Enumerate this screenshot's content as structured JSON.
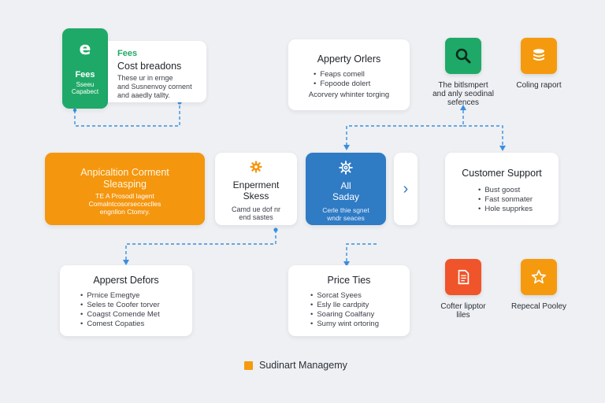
{
  "cards": {
    "fees_badge": {
      "title": "Fees",
      "line1": "Sseeu",
      "line2": "Capabect"
    },
    "cost_breakdown": {
      "tag": "Fees",
      "title": "Cost breadons",
      "lines": [
        "These ur in ernge",
        "and Susnenvoy cornent",
        "and aaedly tallty."
      ]
    },
    "apperty_orders": {
      "title": "Apperty Orlers",
      "items": [
        "Feaps comell",
        "Fopoode dolert"
      ],
      "footer": "Acorvery whinter torging"
    },
    "application_content": {
      "title_line1": "Anpicaltion Corment",
      "title_line2": "Sleasping",
      "lines": [
        "TE A Prosodl lagent",
        "Comalntcosorsecceclles",
        "engnllon Ctomry."
      ]
    },
    "enperment_skess": {
      "title_line1": "Enperment",
      "title_line2": "Skess",
      "lines": [
        "Camd ue dof nr",
        "end sastes"
      ]
    },
    "all_saday": {
      "title_line1": "All",
      "title_line2": "Saday",
      "lines": [
        "Cerle thie sgnet",
        "wndr seaces"
      ]
    },
    "customer_support": {
      "title": "Customer Support",
      "items": [
        "Bust goost",
        "Fast sonmater",
        "Hole supprkes"
      ]
    },
    "apperst_defors": {
      "title": "Apperst Defors",
      "items": [
        "Prnice Emegtye",
        "Seles te Coofer torver",
        "Coagst Comende Met",
        "Comest Copaties"
      ]
    },
    "price_ties": {
      "title": "Price Ties",
      "items": [
        "Sorcat Syees",
        "Esly lle cardpity",
        "Soaring Coalfany",
        "Sumy wint ortoring"
      ]
    }
  },
  "tiles": {
    "search": {
      "label_lines": [
        "The bitlsmpert",
        "and anly seodinal",
        "sefences"
      ],
      "color": "#1fa968",
      "icon": "search-icon"
    },
    "coin": {
      "label_lines": [
        "Coling raport"
      ],
      "color": "#f59a0f",
      "icon": "coin-stack-icon"
    },
    "document": {
      "label_lines": [
        "Cofter lipptor",
        "liles"
      ],
      "color": "#f0542a",
      "icon": "document-icon"
    },
    "star": {
      "label_lines": [
        "Repecal Pooley"
      ],
      "color": "#f59a0f",
      "icon": "star-icon"
    }
  },
  "next_arrow": "›",
  "legend": {
    "label": "Sudinart Managemy",
    "color": "#f59a0f"
  },
  "colors": {
    "green": "#1fa968",
    "orange": "#f5960f",
    "blue": "#2f7bc4",
    "connector": "#3b8ee0"
  }
}
